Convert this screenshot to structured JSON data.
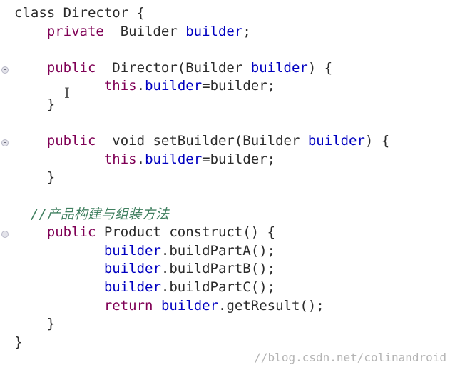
{
  "code_lines": {
    "l1": {
      "t1": "class Director {"
    },
    "l2": {
      "k": "private",
      "t": "  Builder ",
      "f": "builder",
      "t2": ";"
    },
    "l3": {},
    "l4": {
      "k": "public",
      "t": "  Director(Builder ",
      "f": "builder",
      "t2": ") {"
    },
    "l5": {
      "k": "this",
      "t": ".",
      "f": "builder",
      "t2": "=builder;"
    },
    "l6": {
      "t1": "}"
    },
    "l7": {},
    "l8": {
      "k": "public",
      "t": "  void setBuilder(Builder ",
      "f": "builder",
      "t2": ") {"
    },
    "l9": {
      "k": "this",
      "t": ".",
      "f": "builder",
      "t2": "=builder;"
    },
    "l10": {
      "t1": "}"
    },
    "l11": {},
    "l12": {
      "comment": "//产品构建与组装方法"
    },
    "l13": {
      "k": "public",
      "t": " Product construct() {"
    },
    "l14": {
      "f": "builder",
      "t2": ".buildPartA();"
    },
    "l15": {
      "f": "builder",
      "t2": ".buildPartB();"
    },
    "l16": {
      "f": "builder",
      "t2": ".buildPartC();"
    },
    "l17": {
      "k": "return",
      "t": " ",
      "f": "builder",
      "t2": ".getResult();"
    },
    "l18": {
      "t1": "}"
    },
    "l19": {
      "t1": "}"
    }
  },
  "watermark": "//blog.csdn.net/colinandroid",
  "icons": {
    "fold": "fold-collapse-icon",
    "cursor": "text-cursor-icon"
  },
  "colors": {
    "keyword": "#7f0055",
    "field": "#0000c0",
    "comment": "#3f7f5f",
    "text": "#2b2b2b"
  }
}
